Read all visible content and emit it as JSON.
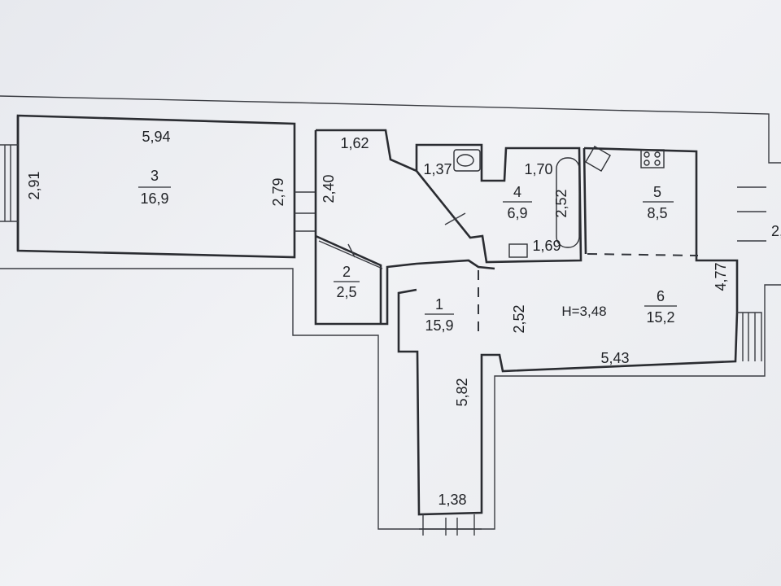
{
  "rooms": [
    {
      "number": "1",
      "area": "15,9"
    },
    {
      "number": "2",
      "area": "2,5"
    },
    {
      "number": "3",
      "area": "16,9"
    },
    {
      "number": "4",
      "area": "6,9"
    },
    {
      "number": "5",
      "area": "8,5"
    },
    {
      "number": "6",
      "area": "15,2"
    }
  ],
  "dimensions": {
    "d_5_94": "5,94",
    "d_2_91": "2,91",
    "d_2_79": "2,79",
    "d_1_62": "1,62",
    "d_2_40": "2,40",
    "d_1_37": "1,37",
    "d_1_70": "1,70",
    "d_2_52_bath": "2,52",
    "d_1_69": "1,69",
    "d_4_77": "4,77",
    "d_2_52_hall": "2,52",
    "d_5_43": "5,43",
    "d_5_82": "5,82",
    "d_1_38": "1,38",
    "d_edge": "2,"
  },
  "ceiling_height": "H=3,48",
  "colors": {
    "line": "#2a2c31",
    "paper": "#eef0f3"
  }
}
